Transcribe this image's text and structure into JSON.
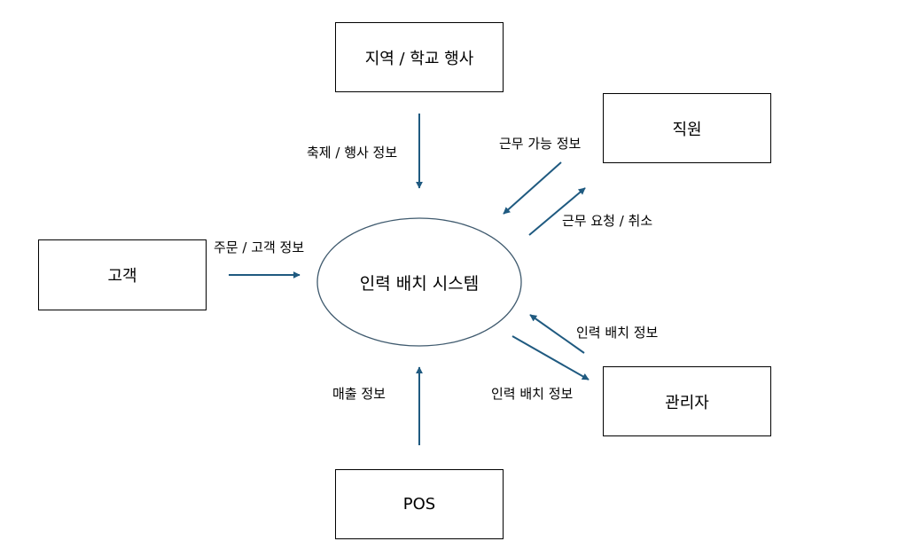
{
  "diagram": {
    "process": {
      "label": "인력 배치 시스템"
    },
    "entities": {
      "event": {
        "label": "지역 / 학교 행사"
      },
      "staff": {
        "label": "직원"
      },
      "customer": {
        "label": "고객"
      },
      "admin": {
        "label": "관리자"
      },
      "pos": {
        "label": "POS"
      }
    },
    "flows": {
      "festival_info": {
        "label": "축제 / 행사 정보"
      },
      "availability": {
        "label": "근무 가능 정보"
      },
      "work_request": {
        "label": "근무 요청 / 취소"
      },
      "order_info": {
        "label": "주문 / 고객 정보"
      },
      "staffing_to_system": {
        "label": "인력 배치 정보"
      },
      "staffing_to_admin": {
        "label": "인력 배치 정보"
      },
      "sales_info": {
        "label": "매출 정보"
      }
    },
    "colors": {
      "arrow": "#1f5a80",
      "border": "#000000",
      "ellipse_stroke": "#3f5a6e"
    }
  }
}
